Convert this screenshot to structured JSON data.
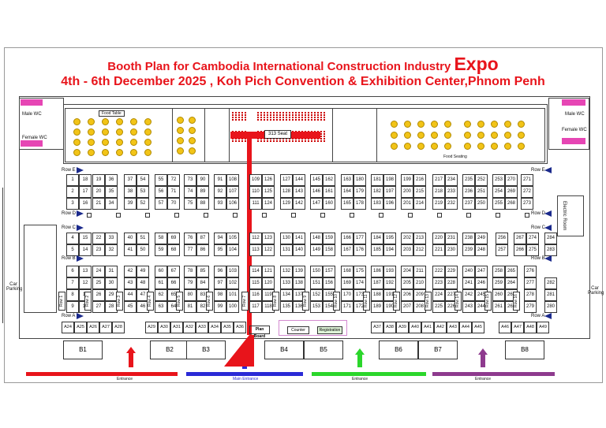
{
  "title": {
    "line1_prefix": "Booth Plan for  Cambodia International Construction Industry ",
    "line1_big": "Expo",
    "line2": "4th - 6th December 2025 , Koh Pich  Convention & Exhibition Center,Phnom Penh"
  },
  "facilities": {
    "male_wc_left": "Male WC",
    "female_wc_left": "Female WC",
    "male_wc_right": "Male WC",
    "female_wc_right": "Female WC",
    "car_parking_left": "Car Parking",
    "car_parking_right": "Car Parking",
    "electric_room": "Electric Room",
    "food_table": "Food Table",
    "food_seating": "Food Seating",
    "seat_313": "313 Seat",
    "plan_board": "Plan Board",
    "counter": "Counter",
    "registration": "Registration"
  },
  "row_labels": {
    "left": [
      "Row E",
      "Row D",
      "Row C",
      "Row B",
      "Row A"
    ],
    "right": [
      "Row E",
      "Row D",
      "Row C",
      "Row B",
      "Row A"
    ]
  },
  "vertical_rows": [
    "Row 1",
    "Row 2",
    "Row 3",
    "Row 4",
    "Row 5",
    "Row 6",
    "Row 7",
    "Row 8",
    "Row 9",
    "Row 10",
    "Row 11",
    "Row 12",
    "Row 13",
    "Row 14",
    "Row 15",
    "Row 16"
  ],
  "booths_top": [
    [
      1,
      18
    ],
    [
      2,
      17
    ],
    [
      3,
      16
    ],
    [
      19,
      36
    ],
    [
      20,
      35
    ],
    [
      21,
      34
    ],
    [
      37,
      54
    ],
    [
      38,
      53
    ],
    [
      39,
      52
    ],
    [
      55,
      72
    ],
    [
      56,
      71
    ],
    [
      57,
      70
    ],
    [
      73,
      90
    ],
    [
      74,
      89
    ],
    [
      75,
      88
    ],
    [
      91,
      108
    ],
    [
      92,
      107
    ],
    [
      93,
      106
    ],
    [
      109,
      126
    ],
    [
      110,
      125
    ],
    [
      111,
      124
    ],
    [
      127,
      144
    ],
    [
      128,
      143
    ],
    [
      129,
      142
    ],
    [
      145,
      162
    ],
    [
      146,
      161
    ],
    [
      147,
      160
    ],
    [
      163,
      180
    ],
    [
      164,
      179
    ],
    [
      165,
      178
    ],
    [
      181,
      198
    ],
    [
      182,
      197
    ],
    [
      183,
      196
    ],
    [
      199,
      216
    ],
    [
      200,
      215
    ],
    [
      201,
      214
    ],
    [
      217,
      234
    ],
    [
      218,
      233
    ],
    [
      219,
      232
    ],
    [
      235,
      252
    ],
    [
      236,
      251
    ],
    [
      237,
      250
    ],
    [
      253,
      270
    ],
    [
      254,
      269
    ],
    [
      255,
      268
    ],
    [
      271
    ],
    [
      272
    ],
    [
      273
    ]
  ],
  "booths_mid": [
    [
      4,
      15
    ],
    [
      5,
      14
    ],
    [
      22,
      33
    ],
    [
      23,
      32
    ],
    [
      40,
      51
    ],
    [
      41,
      50
    ],
    [
      58,
      69
    ],
    [
      59,
      68
    ],
    [
      76,
      87
    ],
    [
      77,
      86
    ],
    [
      94,
      105
    ],
    [
      95,
      104
    ],
    [
      112,
      123
    ],
    [
      113,
      122
    ],
    [
      130,
      141
    ],
    [
      131,
      140
    ],
    [
      148,
      159
    ],
    [
      149,
      158
    ],
    [
      166,
      177
    ],
    [
      167,
      176
    ],
    [
      184,
      195
    ],
    [
      185,
      194
    ],
    [
      202,
      213
    ],
    [
      203,
      212
    ],
    [
      220,
      231
    ],
    [
      221,
      230
    ],
    [
      238,
      249
    ],
    [
      239,
      248
    ],
    [
      256
    ],
    [
      257
    ],
    [
      267,
      274
    ],
    [
      266,
      275
    ],
    [
      284
    ],
    [
      283
    ]
  ],
  "booths_bottom": [
    [
      6,
      13
    ],
    [
      7,
      12
    ],
    [
      8,
      11
    ],
    [
      9,
      10
    ],
    [
      24,
      31
    ],
    [
      25,
      30
    ],
    [
      26,
      29
    ],
    [
      27,
      28
    ],
    [
      42,
      49
    ],
    [
      43,
      48
    ],
    [
      44,
      47
    ],
    [
      45,
      46
    ],
    [
      60,
      67
    ],
    [
      61,
      66
    ],
    [
      62,
      65
    ],
    [
      63,
      64
    ],
    [
      78,
      85
    ],
    [
      79,
      84
    ],
    [
      80,
      83
    ],
    [
      81,
      82
    ],
    [
      96,
      103
    ],
    [
      97,
      102
    ],
    [
      98,
      101
    ],
    [
      99,
      100
    ],
    [
      114,
      121
    ],
    [
      115,
      120
    ],
    [
      116,
      119
    ],
    [
      117,
      118
    ],
    [
      132,
      139
    ],
    [
      133,
      138
    ],
    [
      134,
      137
    ],
    [
      135,
      136
    ],
    [
      150,
      157
    ],
    [
      151,
      156
    ],
    [
      152,
      155
    ],
    [
      153,
      154
    ],
    [
      168,
      175
    ],
    [
      169,
      174
    ],
    [
      170,
      173
    ],
    [
      171,
      172
    ],
    [
      186,
      193
    ],
    [
      187,
      192
    ],
    [
      188,
      191
    ],
    [
      189,
      190
    ],
    [
      204,
      211
    ],
    [
      205,
      210
    ],
    [
      206,
      209
    ],
    [
      207,
      208
    ],
    [
      222,
      229
    ],
    [
      223,
      228
    ],
    [
      224,
      227
    ],
    [
      225,
      226
    ],
    [
      240,
      247
    ],
    [
      241,
      246
    ],
    [
      242,
      245
    ],
    [
      243,
      244
    ],
    [
      258,
      265
    ],
    [
      259,
      264
    ],
    [
      260,
      263
    ],
    [
      261,
      262
    ],
    [
      276
    ],
    [
      277
    ],
    [
      278
    ],
    [
      279
    ],
    [
      282
    ],
    [
      281
    ],
    [
      280
    ]
  ],
  "booths_a": [
    "A24",
    "A25",
    "A26",
    "A27",
    "A28",
    "A29",
    "A30",
    "A31",
    "A32",
    "A33",
    "A34",
    "A35",
    "A36",
    "A37",
    "A38",
    "A39",
    "A40",
    "A41",
    "A42",
    "A43",
    "A44",
    "A45",
    "A46",
    "A47",
    "A48",
    "A49"
  ],
  "booths_b": [
    "B1",
    "B2",
    "B3",
    "B4",
    "B5",
    "B6",
    "B7",
    "B8"
  ],
  "entrances": [
    "Entrance",
    "Main Entrance",
    "Entrance",
    "Entrance"
  ],
  "colors": {
    "title": "#e8141b",
    "arrow": "#1b2a8c",
    "red_carpet": "#e8141b",
    "entrance_red": "#e8141b",
    "entrance_blue": "#2a2ad6",
    "entrance_green": "#2bd62b",
    "entrance_purple": "#8e3a8e",
    "wc_pink": "#e646b4"
  }
}
